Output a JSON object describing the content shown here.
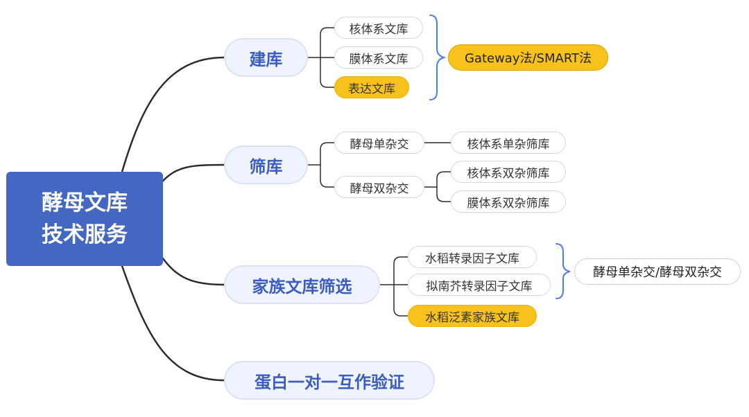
{
  "root": {
    "line1": "酵母文库",
    "line2": "技术服务"
  },
  "branches": {
    "library_building": {
      "label": "建库",
      "items": [
        "核体系文库",
        "膜体系文库",
        "表达文库"
      ],
      "bracket_label": "Gateway法/SMART法"
    },
    "library_screening": {
      "label": "筛库",
      "single_hybrid": {
        "label": "酵母单杂交",
        "children": [
          "核体系单杂筛库"
        ]
      },
      "double_hybrid": {
        "label": "酵母双杂交",
        "children": [
          "核体系双杂筛库",
          "膜体系双杂筛库"
        ]
      }
    },
    "family_screening": {
      "label": "家族文库筛选",
      "items": [
        "水稻转录因子文库",
        "拟南芥转录因子文库",
        "水稻泛素家族文库"
      ],
      "bracket_label": "酵母单杂交/酵母双杂交"
    },
    "validation": {
      "label": "蛋白一对一互作验证"
    }
  },
  "colors": {
    "root_bg": "#4468c1",
    "branch_text": "#3b5cc0",
    "highlight": "#f7c21b",
    "bracket": "#4b7bec",
    "connector": "#2b2b2b"
  }
}
